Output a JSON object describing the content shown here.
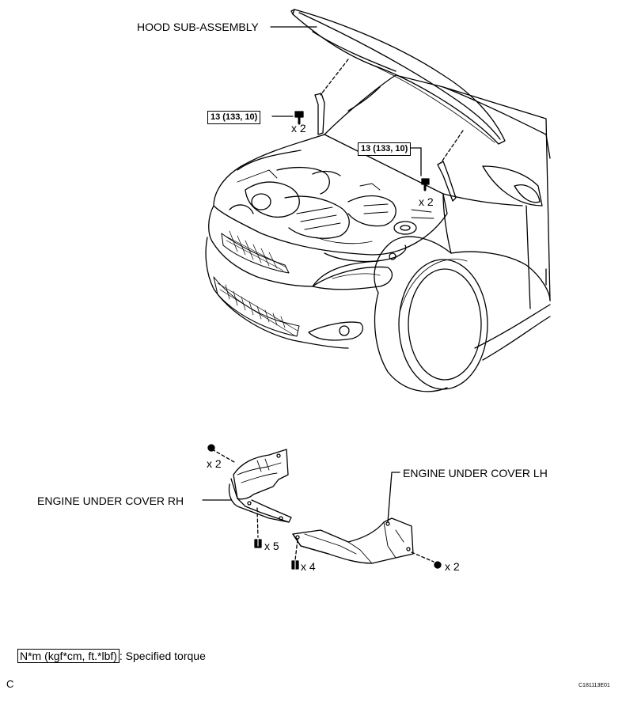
{
  "labels": {
    "hood": "HOOD SUB-ASSEMBLY",
    "cover_rh": "ENGINE UNDER COVER RH",
    "cover_lh": "ENGINE UNDER COVER LH"
  },
  "torque": {
    "left": "13 (133, 10)",
    "right": "13 (133, 10)"
  },
  "quantities": {
    "hood_left": "x 2",
    "hood_right": "x 2",
    "rh_top": "x 2",
    "rh_bottom": "x 5",
    "lh_left": "x 4",
    "lh_right": "x 2"
  },
  "legend": {
    "unit": "N*m (kgf*cm, ft.*lbf)",
    "text": ": Specified torque"
  },
  "footer": {
    "corner": "C",
    "code": "C181113E01"
  }
}
